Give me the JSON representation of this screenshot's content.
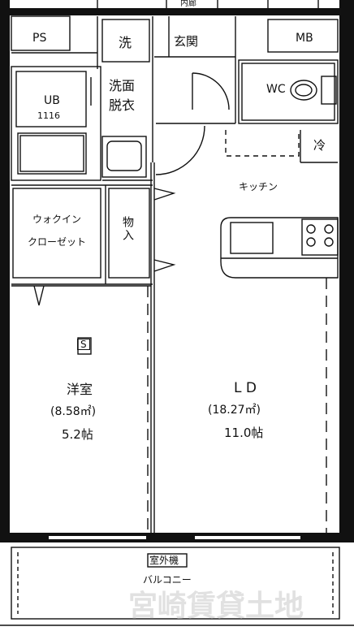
{
  "rooms": {
    "ps": "PS",
    "sentaku": "洗",
    "genkan": "玄関",
    "mb": "MB",
    "ub": "UB",
    "ub_size": "1116",
    "senmen_1": "洗面",
    "senmen_2": "脱衣",
    "wc": "WC",
    "rei": "冷",
    "kitchen": "キッチン",
    "walkin_1": "ウォクイン",
    "walkin_2": "クローゼット",
    "monoire": "物入",
    "s_mark": "S",
    "youshitsu": "洋室",
    "youshitsu_area": "(8.58㎡)",
    "youshitsu_jou": "5.2帖",
    "ld": "L D",
    "ld_area": "(18.27㎡)",
    "ld_jou": "11.0帖",
    "shitsugaiki": "室外機",
    "balcony": "バルコニー",
    "top_cut": "内廊"
  },
  "watermark": "宮崎賃貸土地",
  "colors": {
    "line": "#111111",
    "watermark": "#c9c9c9"
  }
}
